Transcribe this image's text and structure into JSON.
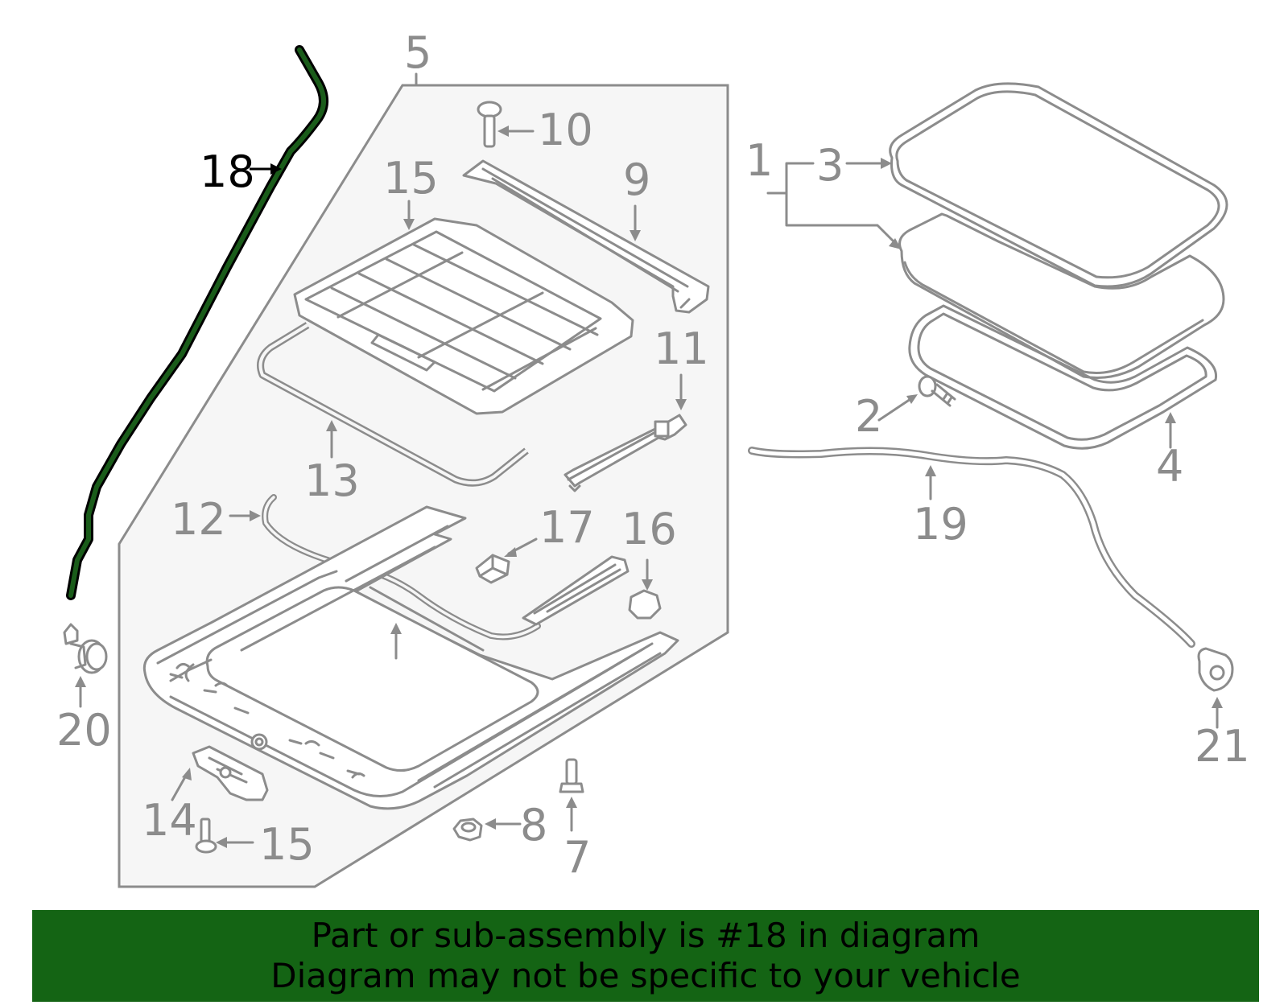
{
  "labels": {
    "l1": "1",
    "l2": "2",
    "l3": "3",
    "l4": "4",
    "l5": "5",
    "l7": "7",
    "l8": "8",
    "l9": "9",
    "l10": "10",
    "l11": "11",
    "l12": "12",
    "l13": "13",
    "l14": "14",
    "l15a": "15",
    "l15b": "15",
    "l16": "16",
    "l17": "17",
    "l18": "18",
    "l19": "19",
    "l20": "20",
    "l21": "21"
  },
  "banner": {
    "line1": "Part or sub-assembly is #18 in diagram",
    "line2": "Diagram may not be specific to your vehicle"
  },
  "colors": {
    "highlight_part": "#1a5c1a",
    "banner_background": "#146414",
    "line_art": "#8c8c8c",
    "panel_fill": "#f6f6f6"
  }
}
